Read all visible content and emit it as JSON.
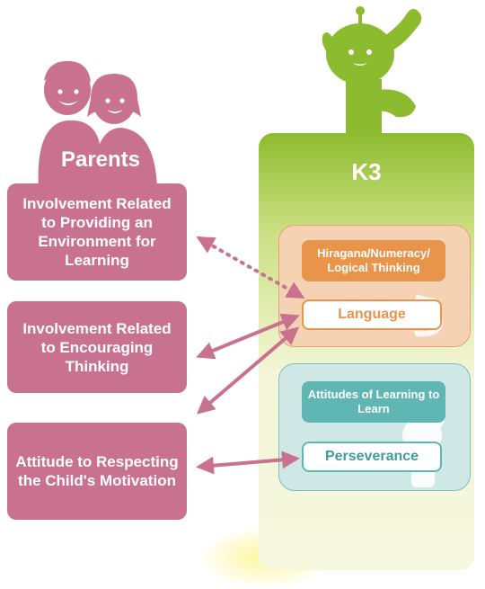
{
  "parents": {
    "title": "Parents",
    "boxes": [
      {
        "label": "Involvement Related to Providing an Environment for Learning"
      },
      {
        "label": "Involvement Related to Encouraging Thinking"
      },
      {
        "label": "Attitude to Respecting the Child's Motivation"
      }
    ]
  },
  "k3": {
    "title": "K3",
    "cognitive": {
      "category": "Hiragana/Numeracy/ Logical Thinking",
      "item": "Language"
    },
    "attitudes": {
      "category": "Attitudes of Learning to Learn",
      "item": "Perseverance"
    }
  },
  "colors": {
    "parents": "#c9728f",
    "k3_panel_top": "#8dbb2f",
    "k3_panel_bottom": "#f6f7df",
    "cognitive": "#e8944b",
    "attitudes": "#5fb6b3",
    "arrow": "#c9728f",
    "mascot": "#8dbb2f"
  },
  "icons": {
    "parents_figure": "parents-silhouette-icon",
    "mascot": "k3-mascot-icon"
  }
}
